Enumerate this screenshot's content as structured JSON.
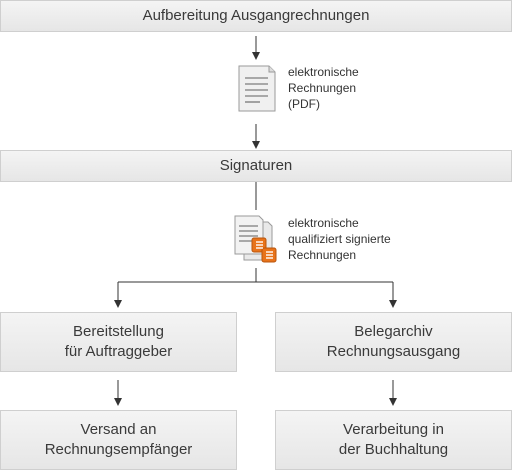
{
  "steps": {
    "prep": "Aufbereitung Ausgangrechnungen",
    "signatures": "Signaturen",
    "provision": "Bereitstellung\nfür Auftraggeber",
    "archive": "Belegarchiv\nRechnungsausgang",
    "dispatch": "Versand an\nRechnungsempfänger",
    "processing": "Verarbeitung in\nder Buchhaltung"
  },
  "documents": {
    "pdf_label": "elektronische\nRechnungen\n(PDF)",
    "signed_label": "elektronische\nqualifiziert signierte\nRechnungen",
    "pdf_icon": "document-icon",
    "signed_icon": "signed-documents-icon"
  },
  "colors": {
    "box_top": "#f4f4f4",
    "box_bottom": "#e6e6e6",
    "box_border": "#cfcfcf",
    "connector": "#333333",
    "signature_accent": "#e8731a"
  }
}
